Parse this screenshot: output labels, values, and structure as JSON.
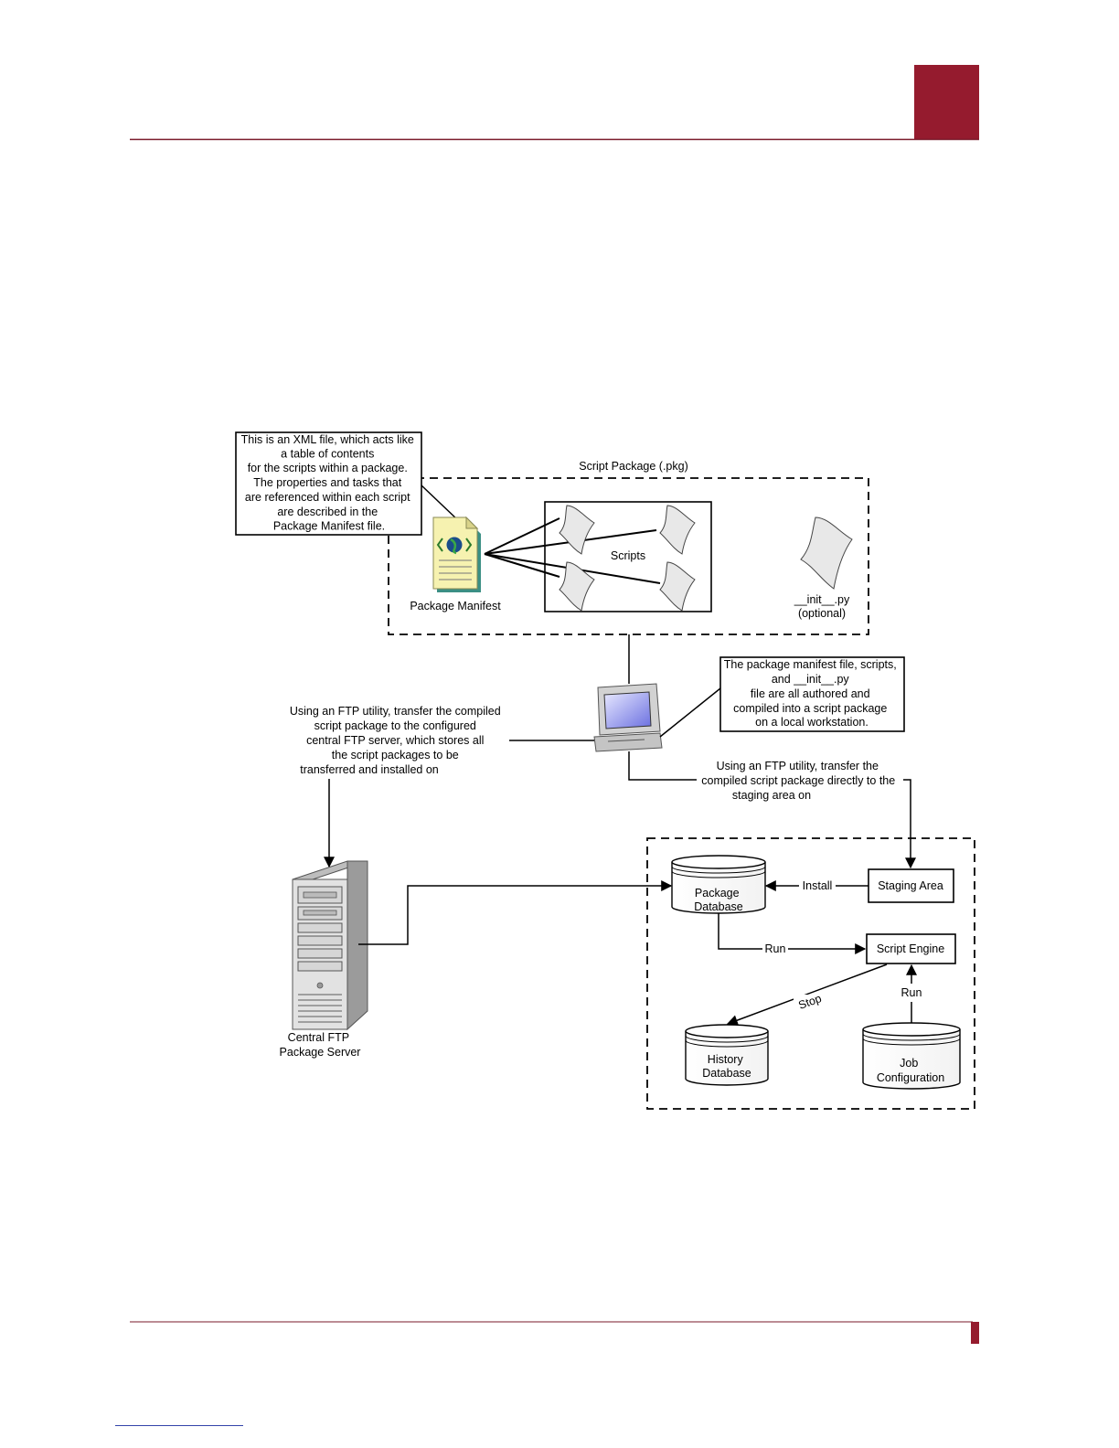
{
  "colors": {
    "accent": "#951b2e",
    "rule": "#7a1a2a"
  },
  "icons": {
    "manifest": "xml-document-icon",
    "script": "script-scroll-icon",
    "workstation": "workstation-computer-icon",
    "server": "ftp-server-tower-icon",
    "database": "database-cylinder-icon"
  },
  "note_manifest": [
    "This is an XML file, which acts like",
    "a table of contents",
    "for the scripts within a package.",
    "The properties and tasks that",
    "are referenced within each script",
    "are described in the",
    "Package Manifest file."
  ],
  "package": {
    "title": "Script Package (.pkg)",
    "manifest_label": "Package Manifest",
    "scripts_label": "Scripts",
    "init_label": "__init__.py",
    "init_optional": "(optional)"
  },
  "note_workstation": [
    "The package manifest file, scripts,",
    "and __init__.py",
    "file are all authored and",
    "compiled into a script package",
    "on a local workstation."
  ],
  "note_ftp": [
    "Using an FTP utility, transfer the compiled",
    "script package to the configured",
    "central FTP server,  which stores all",
    "the script packages to be",
    "transferred and installed on"
  ],
  "note_direct": [
    "Using an FTP utility, transfer the",
    "compiled script package directly to the",
    "staging area on"
  ],
  "server_label": [
    "Central FTP",
    "Package Server"
  ],
  "nodes": {
    "package_db": [
      "Package",
      "Database"
    ],
    "staging": "Staging Area",
    "engine": "Script Engine",
    "history_db": [
      "History",
      "Database"
    ],
    "job_config": [
      "Job",
      "Configuration"
    ]
  },
  "edges": {
    "install": "Install",
    "run_engine": "Run",
    "stop": "Stop",
    "run_job": "Run"
  }
}
